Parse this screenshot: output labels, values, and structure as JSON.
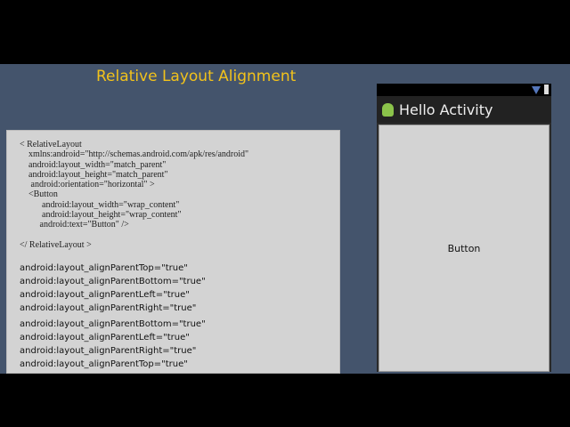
{
  "slide": {
    "title": "Relative Layout Alignment"
  },
  "code": {
    "xml": [
      "< RelativeLayout",
      "    xmlns:android=\"http://schemas.android.com/apk/res/android\"",
      "    android:layout_width=\"match_parent\"",
      "    android:layout_height=\"match_parent\"",
      "     android:orientation=\"horizontal\" >",
      "    <Button",
      "          android:layout_width=\"wrap_content\"",
      "          android:layout_height=\"wrap_content\"",
      "         android:text=\"Button\" />",
      "",
      "</ RelativeLayout >"
    ],
    "group1": [
      "android:layout_alignParentTop=\"true\"",
      "android:layout_alignParentBottom=\"true\"",
      "android:layout_alignParentLeft=\"true\"",
      "android:layout_alignParentRight=\"true\""
    ],
    "group2": [
      "android:layout_alignParentBottom=\"true\"",
      "android:layout_alignParentLeft=\"true\"",
      "android:layout_alignParentRight=\"true\"",
      "android:layout_alignParentTop=\"true\""
    ]
  },
  "phone": {
    "app_title": "Hello Activity",
    "button_label": "Button",
    "icons": [
      "wifi-icon",
      "battery-icon",
      "android-icon"
    ]
  }
}
